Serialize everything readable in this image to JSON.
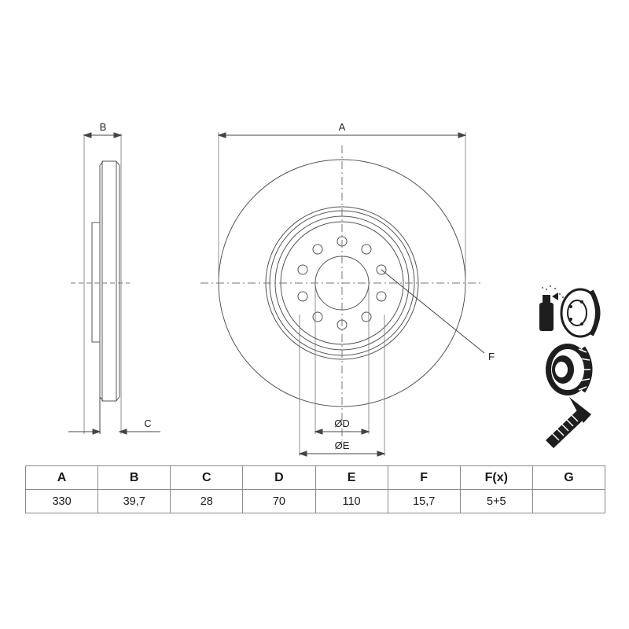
{
  "dimension_labels": {
    "a": "A",
    "b": "B",
    "c": "C",
    "d": "ØD",
    "e": "ØE",
    "f": "F"
  },
  "specs": {
    "headers": [
      "A",
      "B",
      "C",
      "D",
      "E",
      "F",
      "F(x)",
      "G"
    ],
    "values": [
      "330",
      "39,7",
      "28",
      "70",
      "110",
      "15,7",
      "5+5",
      ""
    ]
  },
  "pictograms": [
    "brake-cleaner-spray-icon",
    "disc-with-hub-icon",
    "mounting-screw-icon"
  ],
  "colors": {
    "line": "#555555",
    "table_border": "#8a8a8a",
    "icon_dark": "#1e1e1e"
  }
}
